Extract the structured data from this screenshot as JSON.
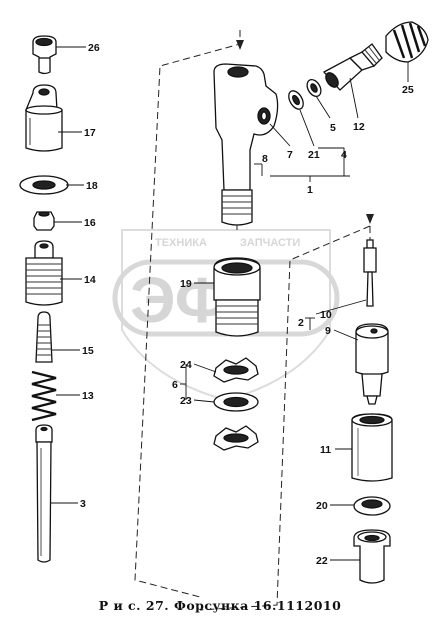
{
  "figure": {
    "caption_prefix": "Р и с. 27.",
    "caption_title": "Форсунка 16.1112010"
  },
  "watermark": {
    "logo_text": "ЭФ",
    "top_text": "ТЕХНИКА",
    "top_text_2": "ЗАПЧАСТИ"
  },
  "callouts": {
    "p26": "26",
    "p17": "17",
    "p18": "18",
    "p16": "16",
    "p14": "14",
    "p15": "15",
    "p13": "13",
    "p3": "3",
    "p25": "25",
    "p12": "12",
    "p5": "5",
    "p21": "21",
    "p7": "7",
    "p8": "8",
    "p4": "4",
    "p1": "1",
    "p19": "19",
    "p10": "10",
    "p2": "2",
    "p9": "9",
    "p24": "24",
    "p6": "6",
    "p23": "23",
    "p11": "11",
    "p20": "20",
    "p22": "22"
  }
}
